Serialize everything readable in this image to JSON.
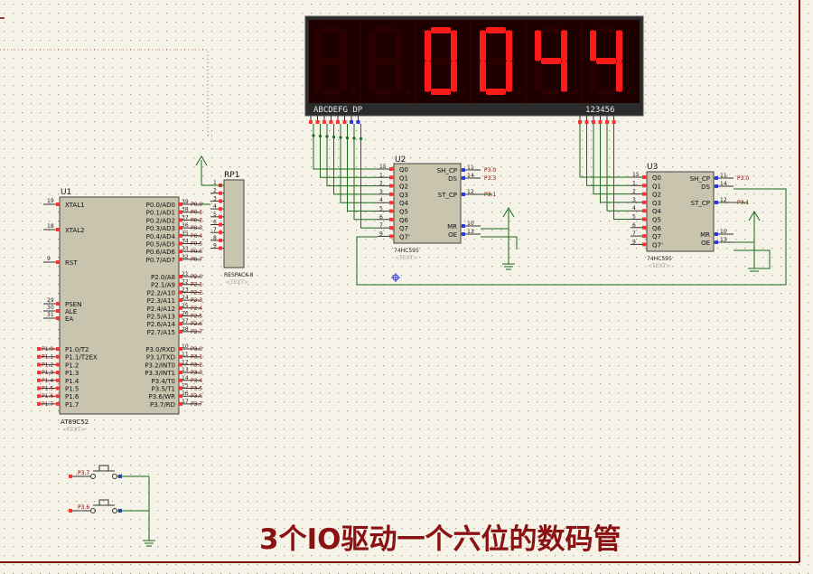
{
  "title": "3个IO驱动一个六位的数码管",
  "display": {
    "digits": [
      "8",
      "8",
      "0",
      "0",
      "4",
      "4"
    ],
    "lit": [
      false,
      false,
      true,
      true,
      true,
      true
    ],
    "segment_label": "ABCDEFG  DP",
    "digit_label": "123456",
    "color_on": "#ff1a1a",
    "color_off": "#2a0000"
  },
  "u1": {
    "ref": "U1",
    "part": "AT89C52",
    "text": "<TEXT>",
    "left_pins": [
      {
        "num": "19",
        "name": "XTAL1"
      },
      {
        "num": "18",
        "name": "XTAL2"
      },
      {
        "num": "9",
        "name": "RST"
      },
      {
        "num": "29",
        "name": "PSEN"
      },
      {
        "num": "30",
        "name": "ALE"
      },
      {
        "num": "31",
        "name": "EA"
      }
    ],
    "p1_pins": [
      {
        "num": "1",
        "name": "P1.0/T2"
      },
      {
        "num": "2",
        "name": "P1.1/T2EX"
      },
      {
        "num": "3",
        "name": "P1.2"
      },
      {
        "num": "4",
        "name": "P1.3"
      },
      {
        "num": "5",
        "name": "P1.4"
      },
      {
        "num": "6",
        "name": "P1.5"
      },
      {
        "num": "7",
        "name": "P1.6"
      },
      {
        "num": "8",
        "name": "P1.7"
      }
    ],
    "p1_nets": [
      "P1.0",
      "P1.1",
      "P1.2",
      "P1.3",
      "P1.4",
      "P1.5",
      "P1.6",
      "P1.7"
    ],
    "p0_pins": [
      {
        "num": "39",
        "name": "P0.0/AD0",
        "net": "P0.0"
      },
      {
        "num": "38",
        "name": "P0.1/AD1",
        "net": "P0.1"
      },
      {
        "num": "37",
        "name": "P0.2/AD2",
        "net": "P0.2"
      },
      {
        "num": "36",
        "name": "P0.3/AD3",
        "net": "P0.3"
      },
      {
        "num": "35",
        "name": "P0.4/AD4",
        "net": "P0.4"
      },
      {
        "num": "34",
        "name": "P0.5/AD5",
        "net": "P0.5"
      },
      {
        "num": "33",
        "name": "P0.6/AD6",
        "net": "P0.6"
      },
      {
        "num": "32",
        "name": "P0.7/AD7",
        "net": "P0.7"
      }
    ],
    "p2_pins": [
      {
        "num": "21",
        "name": "P2.0/A8",
        "net": "P2.0"
      },
      {
        "num": "22",
        "name": "P2.1/A9",
        "net": "P2.1"
      },
      {
        "num": "23",
        "name": "P2.2/A10",
        "net": "P2.2"
      },
      {
        "num": "24",
        "name": "P2.3/A11",
        "net": "P2.3"
      },
      {
        "num": "25",
        "name": "P2.4/A12",
        "net": "P2.4"
      },
      {
        "num": "26",
        "name": "P2.5/A13",
        "net": "P2.5"
      },
      {
        "num": "27",
        "name": "P2.6/A14",
        "net": "P2.6"
      },
      {
        "num": "28",
        "name": "P2.7/A15",
        "net": "P2.7"
      }
    ],
    "p3_pins": [
      {
        "num": "10",
        "name": "P3.0/RXD",
        "net": "P3.0"
      },
      {
        "num": "11",
        "name": "P3.1/TXD",
        "net": "P3.1"
      },
      {
        "num": "12",
        "name": "P3.2/INT0",
        "net": "P3.2"
      },
      {
        "num": "13",
        "name": "P3.3/INT1",
        "net": "P3.3"
      },
      {
        "num": "14",
        "name": "P3.4/T0",
        "net": "P3.4"
      },
      {
        "num": "15",
        "name": "P3.5/T1",
        "net": "P3.5"
      },
      {
        "num": "16",
        "name": "P3.6/WR",
        "net": "P3.6"
      },
      {
        "num": "17",
        "name": "P3.7/RD",
        "net": "P3.7"
      }
    ]
  },
  "rp1": {
    "ref": "RP1",
    "part": "RESPACK-8",
    "text": "<TEXT>",
    "pins": [
      "1",
      "2",
      "3",
      "4",
      "5",
      "6",
      "7",
      "8",
      "9"
    ]
  },
  "u2": {
    "ref": "U2",
    "part": "74HC595",
    "text": "<TEXT>",
    "q_pins": [
      {
        "num": "15",
        "name": "Q0"
      },
      {
        "num": "1",
        "name": "Q1"
      },
      {
        "num": "2",
        "name": "Q2"
      },
      {
        "num": "3",
        "name": "Q3"
      },
      {
        "num": "4",
        "name": "Q4"
      },
      {
        "num": "5",
        "name": "Q5"
      },
      {
        "num": "6",
        "name": "Q6"
      },
      {
        "num": "7",
        "name": "Q7"
      },
      {
        "num": "9",
        "name": "Q7'"
      }
    ],
    "right_pins": [
      {
        "num": "11",
        "name": "SH_CP",
        "net": "P3.0"
      },
      {
        "num": "14",
        "name": "DS",
        "net": "P3.3"
      },
      {
        "num": "12",
        "name": "ST_CP",
        "net": "P3.1"
      },
      {
        "num": "10",
        "name": "MR",
        "net": ""
      },
      {
        "num": "13",
        "name": "OE",
        "net": ""
      }
    ]
  },
  "u3": {
    "ref": "U3",
    "part": "74HC595",
    "text": "<TEXT>",
    "q_pins": [
      {
        "num": "15",
        "name": "Q0"
      },
      {
        "num": "1",
        "name": "Q1"
      },
      {
        "num": "2",
        "name": "Q2"
      },
      {
        "num": "3",
        "name": "Q3"
      },
      {
        "num": "4",
        "name": "Q4"
      },
      {
        "num": "5",
        "name": "Q5"
      },
      {
        "num": "6",
        "name": "Q6"
      },
      {
        "num": "7",
        "name": "Q7"
      },
      {
        "num": "9",
        "name": "Q7'"
      }
    ],
    "right_pins": [
      {
        "num": "11",
        "name": "SH_CP",
        "net": "P3.0"
      },
      {
        "num": "14",
        "name": "DS",
        "net": ""
      },
      {
        "num": "12",
        "name": "ST_CP",
        "net": "P3.1"
      },
      {
        "num": "10",
        "name": "MR",
        "net": ""
      },
      {
        "num": "13",
        "name": "OE",
        "net": ""
      }
    ]
  },
  "buttons": [
    {
      "net": "P3.7"
    },
    {
      "net": "P3.6"
    }
  ],
  "colors": {
    "background": "#f5f2e7",
    "chip_fill": "#c8c4ae",
    "wire": "#1a6a1a",
    "pin_red": "#ff3030",
    "pin_blue": "#2a3adf",
    "label_red": "#7a0000",
    "title": "#8b1212"
  }
}
